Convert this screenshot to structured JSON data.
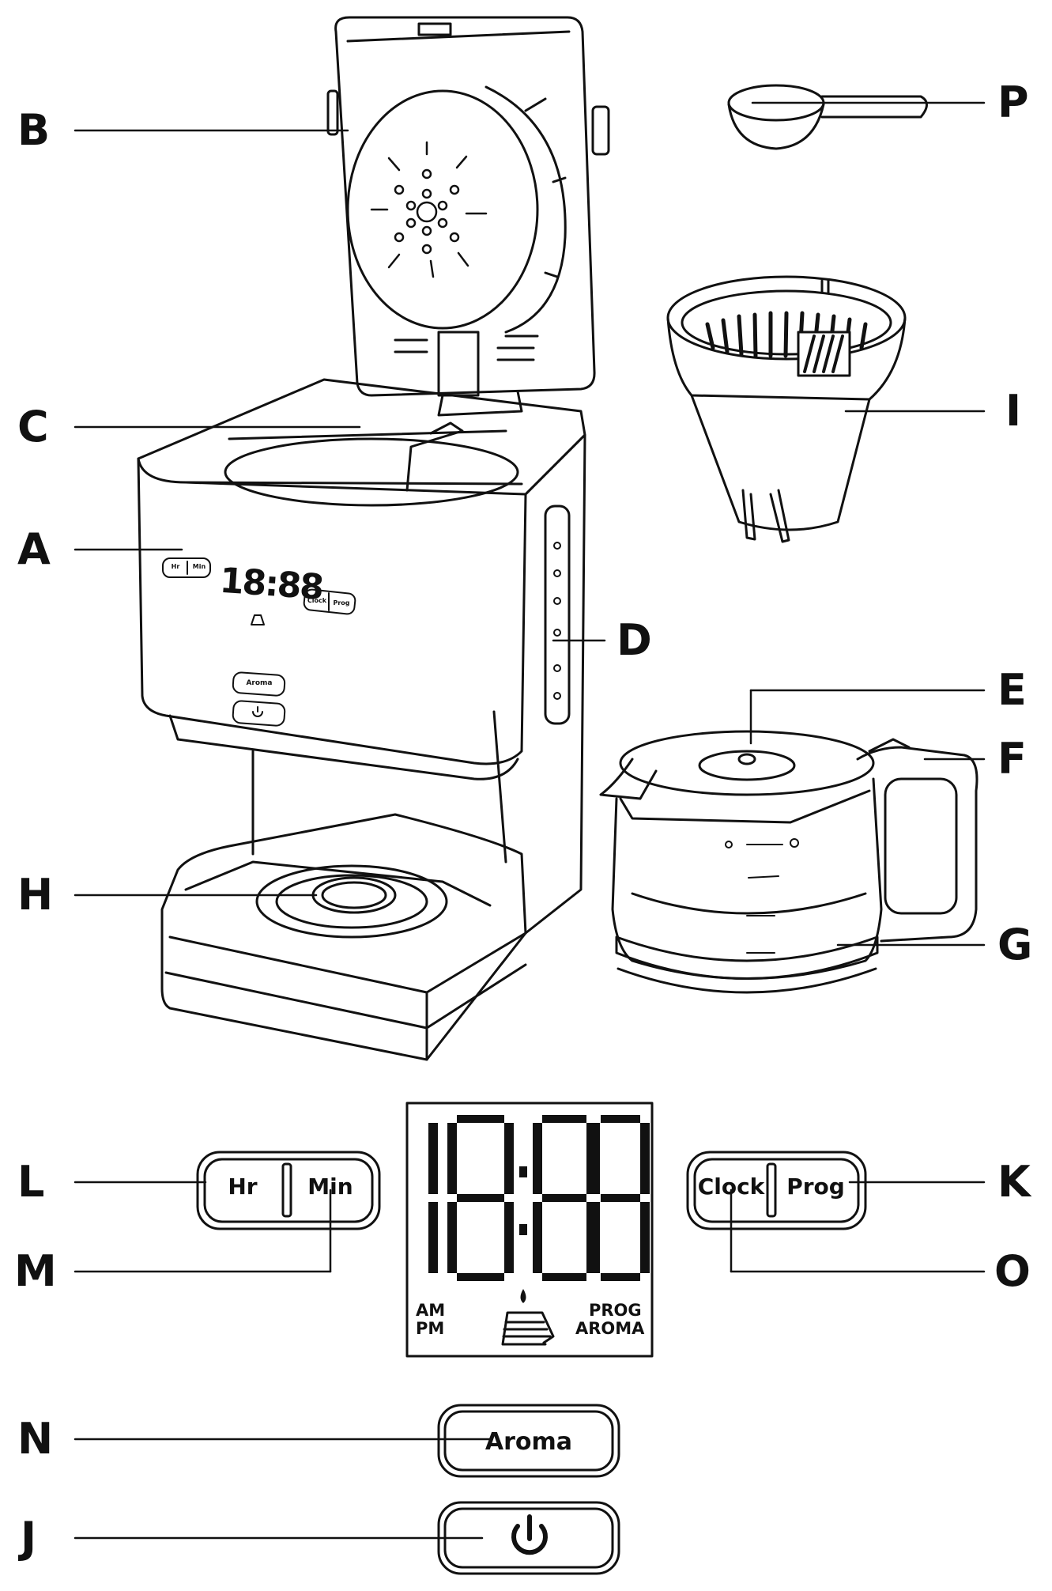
{
  "callouts": {
    "A": "A",
    "B": "B",
    "C": "C",
    "D": "D",
    "E": "E",
    "F": "F",
    "G": "G",
    "H": "H",
    "I": "I",
    "J": "J",
    "K": "K",
    "L": "L",
    "M": "M",
    "N": "N",
    "O": "O",
    "P": "P"
  },
  "panel": {
    "hr_label": "Hr",
    "min_label": "Min",
    "clock_label": "Clock",
    "prog_label": "Prog",
    "aroma_label": "Aroma",
    "display_time": "18:88",
    "am_label": "AM",
    "pm_label": "PM",
    "prog_indicator": "PROG",
    "aroma_indicator": "AROMA",
    "power_icon": "power-icon",
    "carafe_icon": "carafe-drop-icon"
  },
  "mini_panel": {
    "hr_label": "Hr",
    "min_label": "Min",
    "clock_label": "Clock",
    "prog_label": "Prog",
    "aroma_label": "Aroma",
    "display_time": "18:88"
  },
  "colors": {
    "ink": "#111111",
    "background": "#ffffff"
  }
}
